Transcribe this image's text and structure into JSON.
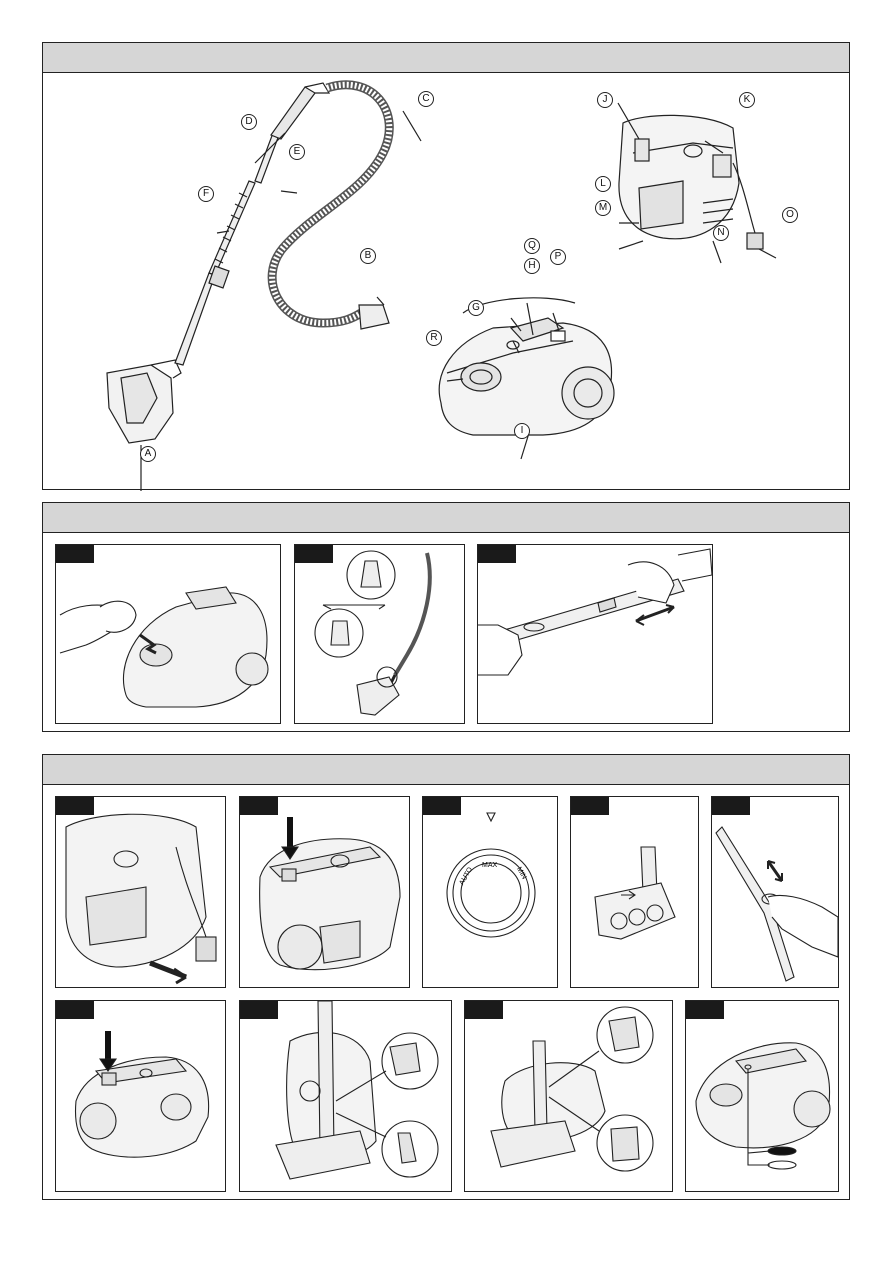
{
  "parts_diagram": {
    "labels": [
      "A",
      "B",
      "C",
      "D",
      "E",
      "F",
      "G",
      "H",
      "I",
      "J",
      "K",
      "L",
      "M",
      "N",
      "O",
      "P",
      "Q",
      "R"
    ]
  },
  "section2": {
    "panels": [
      {
        "name": "fig-press-cover"
      },
      {
        "name": "fig-attach-hose"
      },
      {
        "name": "fig-telescopic-tube"
      }
    ]
  },
  "section3": {
    "panels": [
      {
        "name": "fig-pull-cord"
      },
      {
        "name": "fig-press-power"
      },
      {
        "name": "fig-power-dial"
      },
      {
        "name": "fig-nozzle-switch"
      },
      {
        "name": "fig-adjust-tube"
      },
      {
        "name": "fig-cord-rewind"
      },
      {
        "name": "fig-park-vertical"
      },
      {
        "name": "fig-park-horizontal"
      },
      {
        "name": "fig-dust-indicator"
      }
    ],
    "dial": {
      "labels": [
        "AUTO",
        "MAX",
        "MIN"
      ]
    }
  }
}
